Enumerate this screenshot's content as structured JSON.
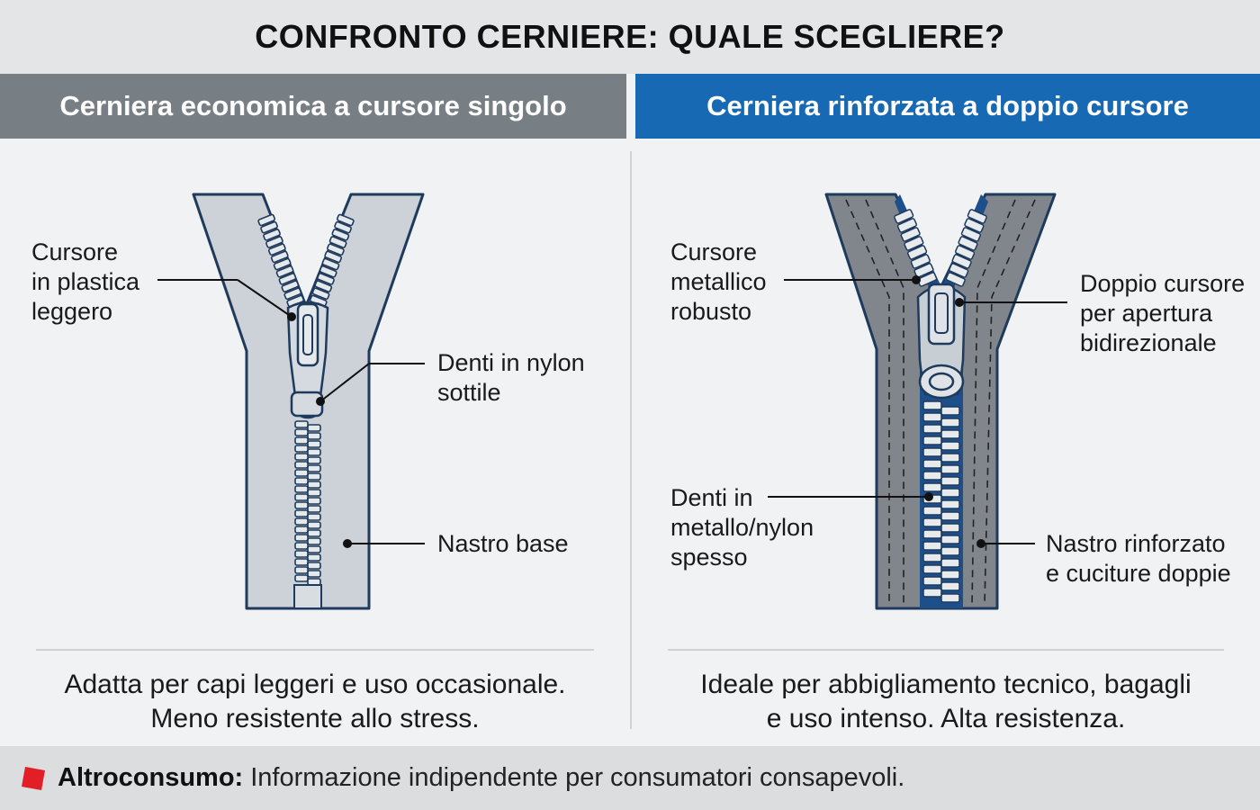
{
  "title": "CONFRONTO CERNIERE: QUALE SCEGLIERE?",
  "left": {
    "header": "Cerniera economica a cursore singolo",
    "labels": {
      "slider": "Cursore\nin plastica\nleggero",
      "teeth": "Denti in nylon\nsottile",
      "tape": "Nastro base"
    },
    "description": "Adatta per capi leggeri e uso occasionale.\nMeno resistente allo stress."
  },
  "right": {
    "header": "Cerniera rinforzata a doppio cursore",
    "labels": {
      "slider": "Cursore\nmetallico\nrobusto",
      "double_slider": "Doppio cursore\nper apertura\nbidirezionale",
      "teeth": "Denti in\nmetallo/nylon\nspesso",
      "tape": "Nastro rinforzato\ne cuciture doppie"
    },
    "description": "Ideale per abbigliamento tecnico, bagagli\ne uso intenso. Alta resistenza."
  },
  "footer": {
    "brand": "Altroconsumo:",
    "tagline": "Informazione indipendente per consumatori consapevoli."
  },
  "colors": {
    "left_header": "#787f84",
    "right_header": "#1769b3",
    "outline": "#1e3a5c",
    "brand_red": "#e21e26"
  }
}
